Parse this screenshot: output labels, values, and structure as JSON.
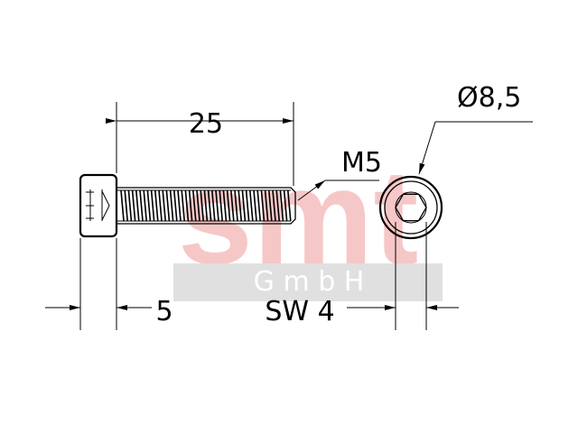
{
  "watermark": {
    "logo_text": "smt",
    "company_form": "G m b H",
    "logo_color": "#f6c7c7",
    "band_color": "#e0e0e0"
  },
  "dimensions": {
    "length": "25",
    "head_height": "5",
    "thread": "M5",
    "head_diameter": "Ø8,5",
    "wrench_size": "SW 4"
  },
  "icons": [
    "cap-screw-side-view",
    "cap-screw-top-view",
    "hex-socket"
  ]
}
